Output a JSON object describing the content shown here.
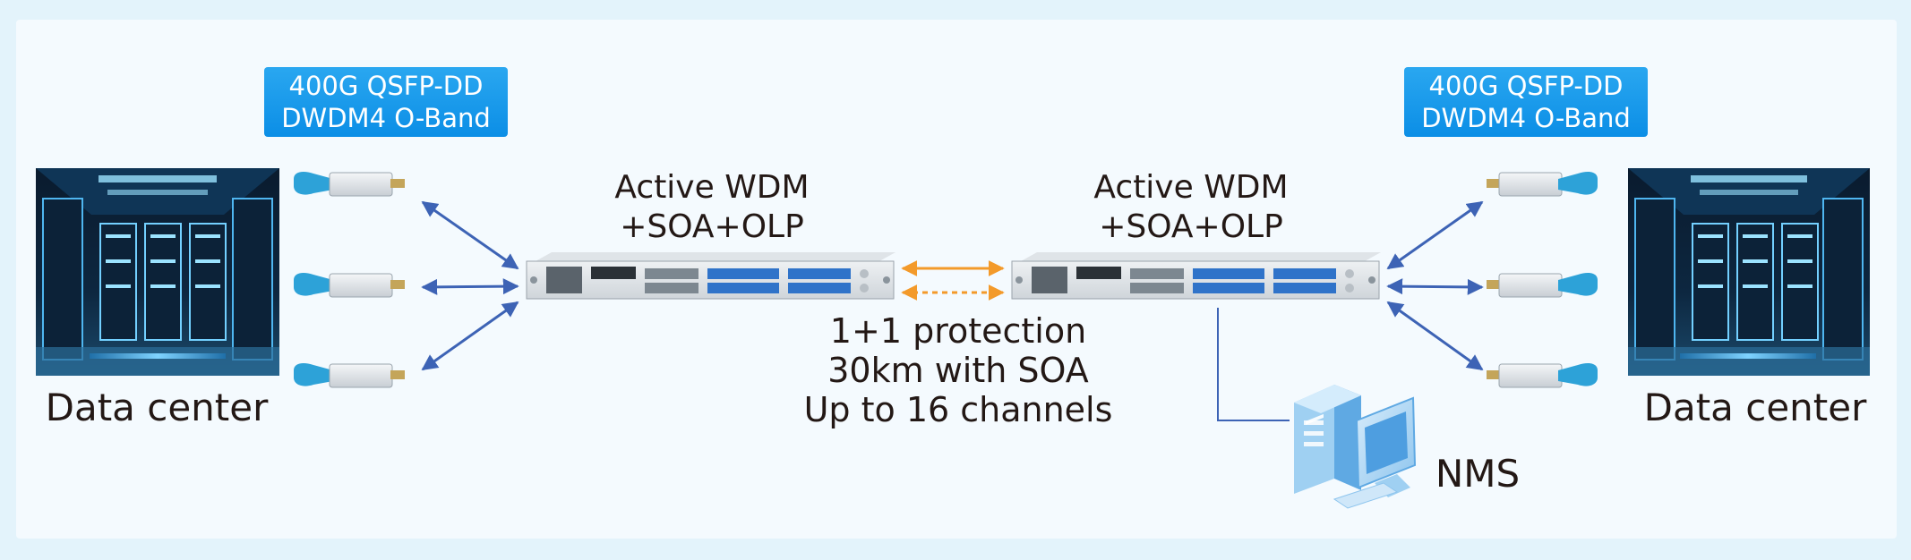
{
  "badges": {
    "left": {
      "line1": "400G QSFP-DD",
      "line2": "DWDM4 O-Band"
    },
    "right": {
      "line1": "400G QSFP-DD",
      "line2": "DWDM4 O-Band"
    }
  },
  "wdm": {
    "left": {
      "line1": "Active WDM",
      "line2": "+SOA+OLP"
    },
    "right": {
      "line1": "Active WDM",
      "line2": "+SOA+OLP"
    }
  },
  "center_text": {
    "line1": "1+1 protection",
    "line2": "30km with SOA",
    "line3": "Up to 16 channels"
  },
  "datacenter": {
    "left": "Data center",
    "right": "Data center"
  },
  "nms": {
    "label": "NMS"
  },
  "colors": {
    "badge": "#0b8ee6",
    "link_arrow": "#3d63b5",
    "protection_arrow": "#f39a2a",
    "nms_line": "#3d63b5"
  }
}
